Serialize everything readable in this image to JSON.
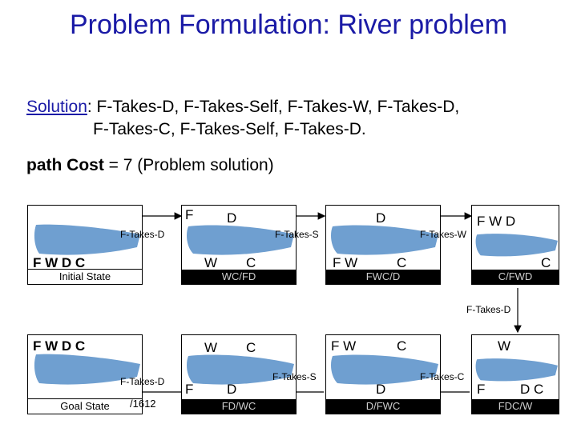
{
  "title": "Problem Formulation: River problem",
  "solution": {
    "label": "Solution",
    "line1": ": F-Takes-D, F-Takes-Self, F-Takes-W, F-Takes-D,",
    "line2": "F-Takes-C, F-Takes-Self, F-Takes-D."
  },
  "cost": {
    "label": "path Cost",
    "value": " = 7 (Problem solution)"
  },
  "states": {
    "s1": {
      "top_bank": "",
      "bottom_bank": "F W D C",
      "caption": "Initial State"
    },
    "s2": {
      "top_left": "F",
      "top_right": "D",
      "bottom_left": "W",
      "bottom_right": "C",
      "caption": "WC/FD"
    },
    "s3": {
      "top_right": "D",
      "bottom_left": "F W",
      "bottom_right": "C",
      "caption": "FWC/D"
    },
    "s4": {
      "top": "F W D",
      "bottom_right": "C",
      "caption": "C/FWD"
    },
    "s5": {
      "top": "W",
      "bottom_left": "F",
      "bottom_right": "D C",
      "caption": "FDC/W"
    },
    "s6": {
      "top_left": "F W",
      "top_right": "C",
      "bottom": "D",
      "caption": "D/FWC"
    },
    "s7": {
      "top_left": "W",
      "top_right": "C",
      "bottom_left": "F",
      "bottom_right": "D",
      "caption": "FD/WC"
    },
    "s8": {
      "top": "F W D C",
      "caption": "Goal State"
    }
  },
  "actions": {
    "a1": "F-Takes-D",
    "a2": "F-Takes-S",
    "a3": "F-Takes-W",
    "a4": "F-Takes-D",
    "a5": "F-Takes-C",
    "a6": "F-Takes-S",
    "a7": "F-Takes-D"
  },
  "slide_number": "/1612",
  "colors": {
    "title": "#1a1aa6",
    "river": "#6f9fd0",
    "caption_bg": "#000000",
    "caption_text": "#cfcfcf"
  }
}
